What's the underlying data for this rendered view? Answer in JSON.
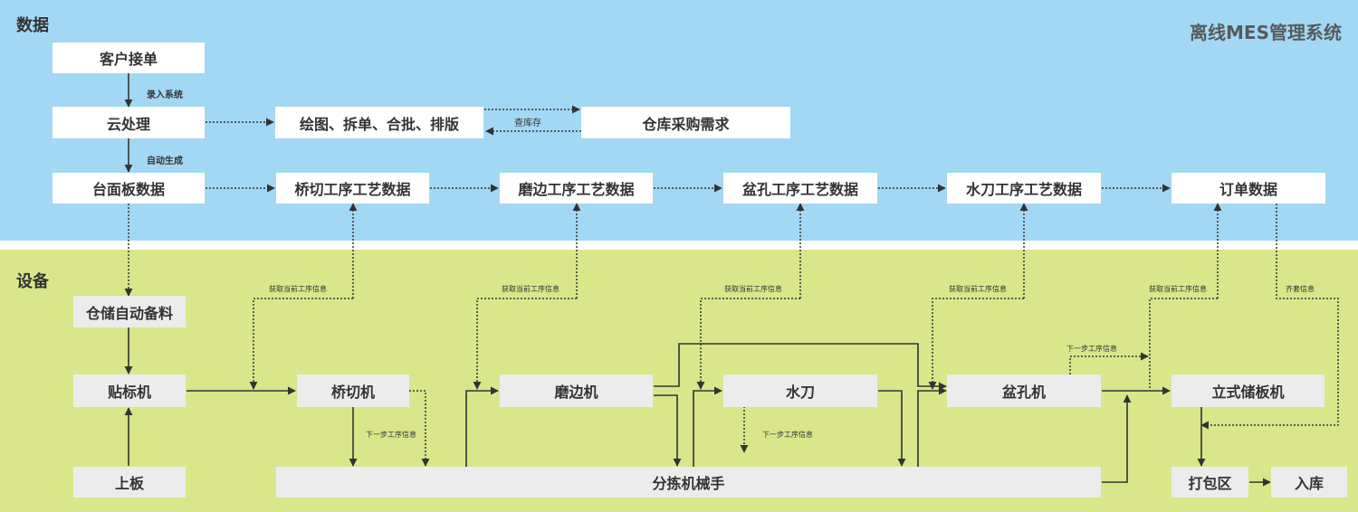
{
  "title": "离线MES管理系统",
  "sections": {
    "data": "数据",
    "equipment": "设备"
  },
  "colors": {
    "data_band": "#a3d8f4",
    "equipment_band": "#d9e68a",
    "arrow": "#333333"
  },
  "data_nodes": {
    "customer_order": "客户接单",
    "cloud_processing": "云处理",
    "drawing_tasks": "绘图、拆单、合批、排版",
    "warehouse_demand": "仓库采购需求",
    "countertop_data": "台面板数据",
    "bridge_cut_data": "桥切工序工艺数据",
    "edging_data": "磨边工序工艺数据",
    "basin_hole_data": "盆孔工序工艺数据",
    "waterjet_data": "水刀工序工艺数据",
    "order_data": "订单数据"
  },
  "equipment_nodes": {
    "auto_stock": "仓储自动备料",
    "labeler": "贴标机",
    "loading": "上板",
    "bridge_cutter": "桥切机",
    "edger": "磨边机",
    "waterjet": "水刀",
    "basin_hole_machine": "盆孔机",
    "vertical_storage": "立式储板机",
    "sorting_robot": "分拣机械手",
    "packing_area": "打包区",
    "warehousing": "入库"
  },
  "edge_labels": {
    "enter_system": "录入系统",
    "check_inventory": "查库存",
    "auto_generate": "自动生成",
    "get_process_info": "获取当前工序信息",
    "next_process_info": "下一步工序信息",
    "kit_info": "齐套信息"
  }
}
